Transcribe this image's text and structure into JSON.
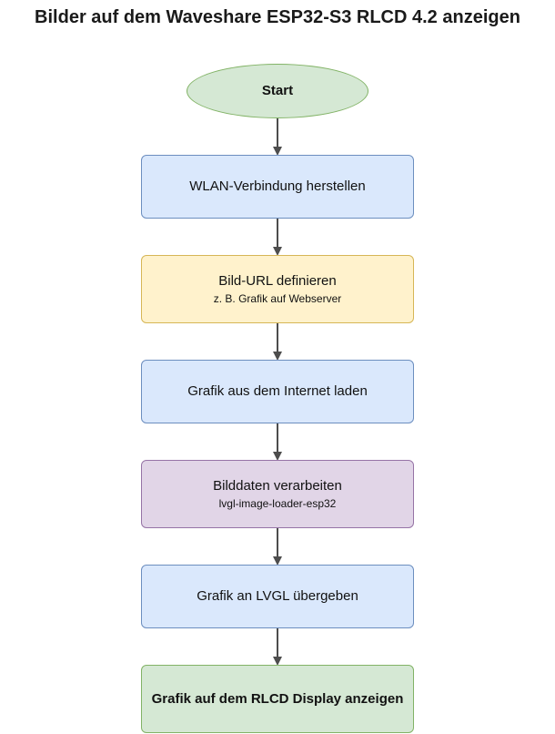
{
  "title": "Bilder auf dem Waveshare ESP32-S3 RLCD 4.2 anzeigen",
  "nodes": {
    "start": {
      "label": "Start",
      "shape": "ellipse",
      "fill": "#d5e8d4",
      "stroke": "#82b366"
    },
    "wifi": {
      "label": "WLAN-Verbindung herstellen",
      "shape": "rounded-rect",
      "fill": "#dae8fc",
      "stroke": "#6c8ebf"
    },
    "url": {
      "label": "Bild-URL definieren",
      "sublabel": "z. B. Grafik auf Webserver",
      "shape": "rounded-rect",
      "fill": "#fff2cc",
      "stroke": "#d6b656"
    },
    "load": {
      "label": "Grafik aus dem Internet laden",
      "shape": "rounded-rect",
      "fill": "#dae8fc",
      "stroke": "#6c8ebf"
    },
    "proc": {
      "label": "Bilddaten verarbeiten",
      "sublabel": "lvgl-image-loader-esp32",
      "shape": "rounded-rect",
      "fill": "#e1d5e7",
      "stroke": "#9673a6"
    },
    "lvgl": {
      "label": "Grafik an LVGL übergeben",
      "shape": "rounded-rect",
      "fill": "#dae8fc",
      "stroke": "#6c8ebf"
    },
    "show": {
      "label": "Grafik auf dem RLCD Display anzeigen",
      "shape": "rounded-rect",
      "fill": "#d5e8d4",
      "stroke": "#82b366"
    }
  },
  "edges": [
    {
      "from": "start",
      "to": "wifi"
    },
    {
      "from": "wifi",
      "to": "url"
    },
    {
      "from": "url",
      "to": "load"
    },
    {
      "from": "load",
      "to": "proc"
    },
    {
      "from": "proc",
      "to": "lvgl"
    },
    {
      "from": "lvgl",
      "to": "show"
    }
  ],
  "colors": {
    "arrow": "#4d4d4d",
    "title": "#1a1a1a"
  }
}
